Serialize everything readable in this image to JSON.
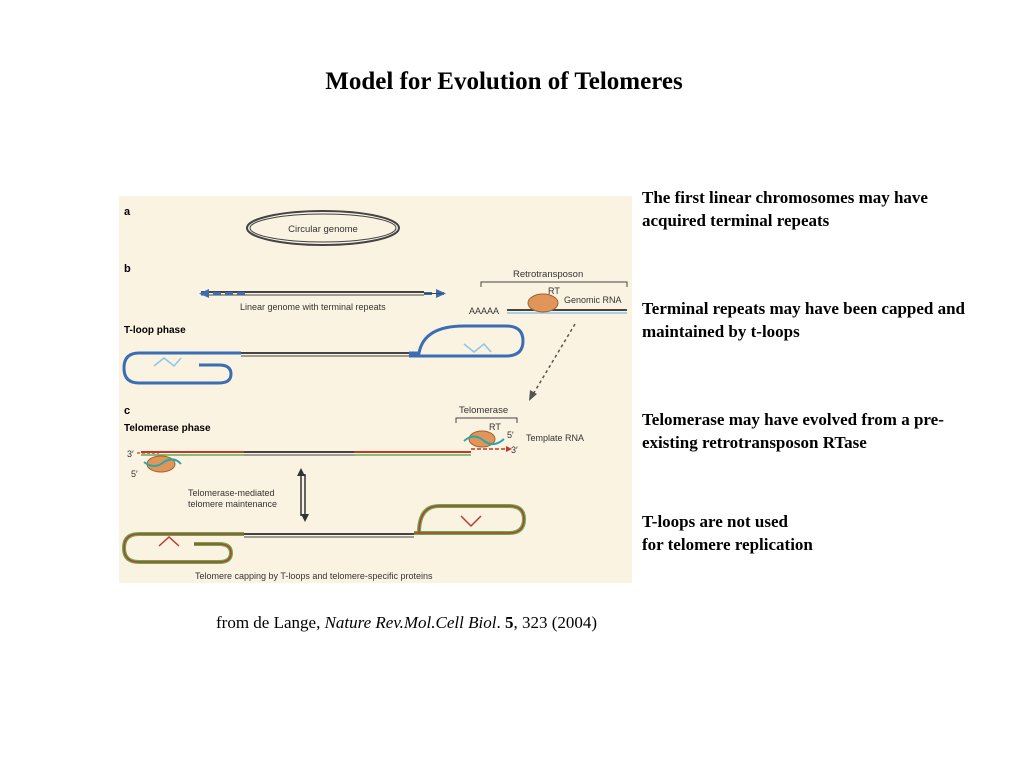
{
  "slide": {
    "title": "Model for Evolution of Telomeres",
    "notes": [
      "The first linear chromosomes may have acquired terminal repeats",
      "Terminal repeats may have been capped and maintained by t-loops",
      "Telomerase may have evolved from a pre-existing retrotransposon RTase",
      "T-loops are not used\nfor telomere replication"
    ],
    "citation": {
      "prefix": "from de Lange, ",
      "journal": "Nature Rev.Mol.Cell Biol",
      "sep": ". ",
      "volume": "5",
      "rest": ", 323 (2004)"
    }
  },
  "figure": {
    "colors": {
      "background": "#fbf3e2",
      "blue": "#3a6db3",
      "lightblue": "#8ec6e6",
      "red": "#c0392b",
      "green": "#5fae53",
      "dark": "#444444",
      "enzyme": "#e0965a"
    },
    "panel_a": {
      "letter": "a",
      "circular_genome": "Circular genome"
    },
    "panel_b": {
      "letter": "b",
      "retrotransposon": "Retrotransposon",
      "rt": "RT",
      "genomic_rna": "Genomic RNA",
      "aaaaa": "AAAAA",
      "linear_genome": "Linear genome with terminal repeats",
      "tloop_phase": "T-loop phase"
    },
    "panel_c": {
      "letter": "c",
      "telomerase_phase": "Telomerase phase",
      "telomerase": "Telomerase",
      "rt": "RT",
      "five_prime": "5′",
      "three_prime": "3′",
      "template_rna": "Template RNA",
      "left_three_prime": "3′",
      "left_five_prime": "5′",
      "maintenance_line1": "Telomerase-mediated",
      "maintenance_line2": "telomere maintenance",
      "capping": "Telomere capping by T-loops and telomere-specific proteins"
    }
  }
}
